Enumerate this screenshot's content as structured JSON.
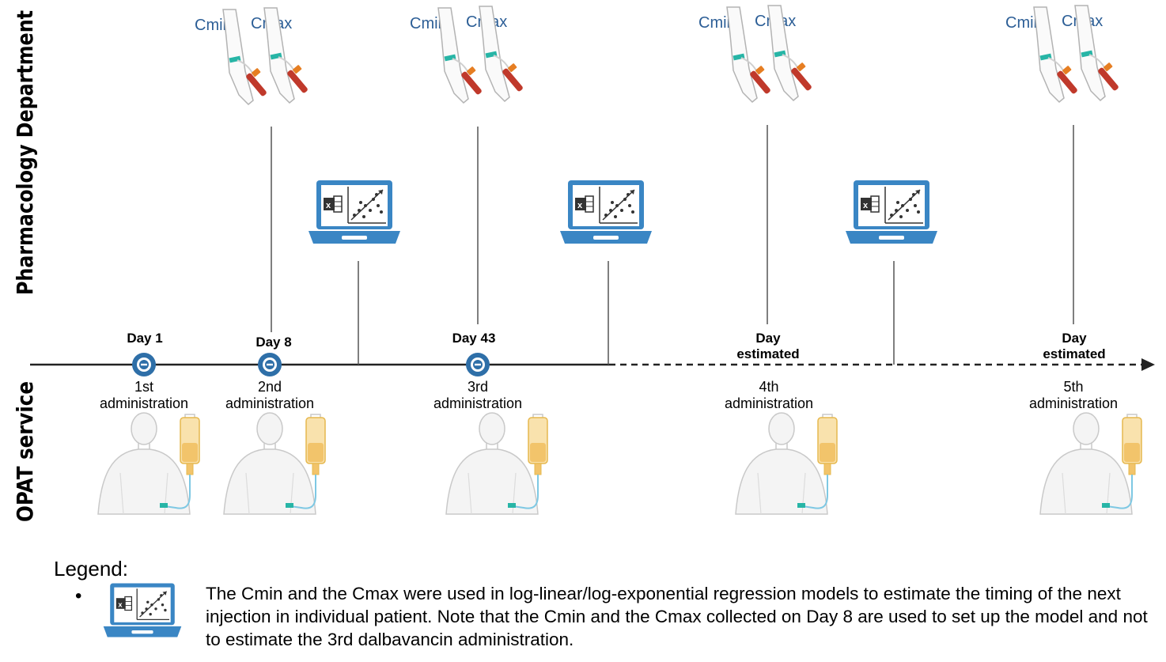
{
  "lanes": {
    "top": "Pharmacology Department",
    "bottom": "OPAT service"
  },
  "sampling": {
    "cmin": "Cmin",
    "cmax": "Cmax"
  },
  "events": [
    {
      "day": "Day 1",
      "day2": "",
      "admin1": "1st",
      "admin2": "administration"
    },
    {
      "day": "Day 8",
      "day2": "",
      "admin1": "2nd",
      "admin2": "administration"
    },
    {
      "day": "Day 43",
      "day2": "",
      "admin1": "3rd",
      "admin2": "administration"
    },
    {
      "day": "Day",
      "day2": "estimated",
      "admin1": "4th",
      "admin2": "administration"
    },
    {
      "day": "Day",
      "day2": "estimated",
      "admin1": "5th",
      "admin2": "administration"
    }
  ],
  "legend": {
    "title": "Legend:",
    "bullet": "•",
    "text": "The Cmin and the Cmax were used in log-linear/log-exponential regression models to estimate the timing of the next injection in individual patient. Note that the Cmin and the Cmax collected on Day 8 are used to set up the model and not to estimate the 3rd dalbavancin administration."
  },
  "icons": [
    "blood-sampling-arms-icon",
    "laptop-chart-icon",
    "patient-infusion-icon",
    "timeline-node-icon",
    "excel-icon"
  ],
  "colors": {
    "sampling_label": "#2c5e96",
    "laptop": "#3a86c4",
    "infusion_bag": "#f2c46b",
    "node": "#2e6fa8",
    "timeline": "#222222"
  }
}
